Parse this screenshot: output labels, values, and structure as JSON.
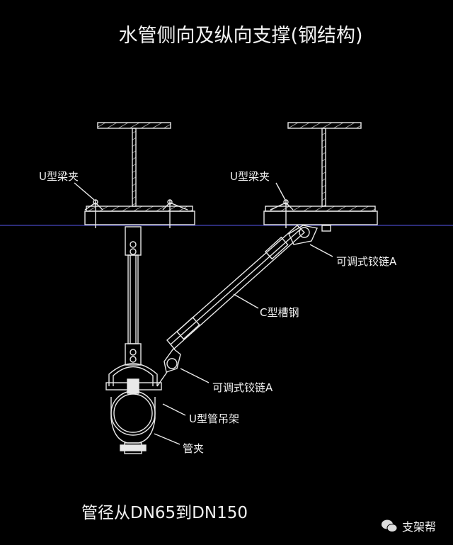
{
  "title": "水管侧向及纵向支撑(钢结构)",
  "labels": {
    "beam_clamp_left": "U型梁夹",
    "beam_clamp_right": "U型梁夹",
    "hinge_top": "可调式铰链A",
    "channel": "C型槽钢",
    "hinge_bottom": "可调式铰链A",
    "u_hanger": "U型管吊架",
    "pipe_clamp": "管夹"
  },
  "caption": "管径从DN65到DN150",
  "watermark": {
    "icon": "wechat-icon",
    "text": "支架帮"
  },
  "colors": {
    "background": "#000000",
    "line": "#e8e8e8",
    "reference_line": "#3a3aa0"
  }
}
